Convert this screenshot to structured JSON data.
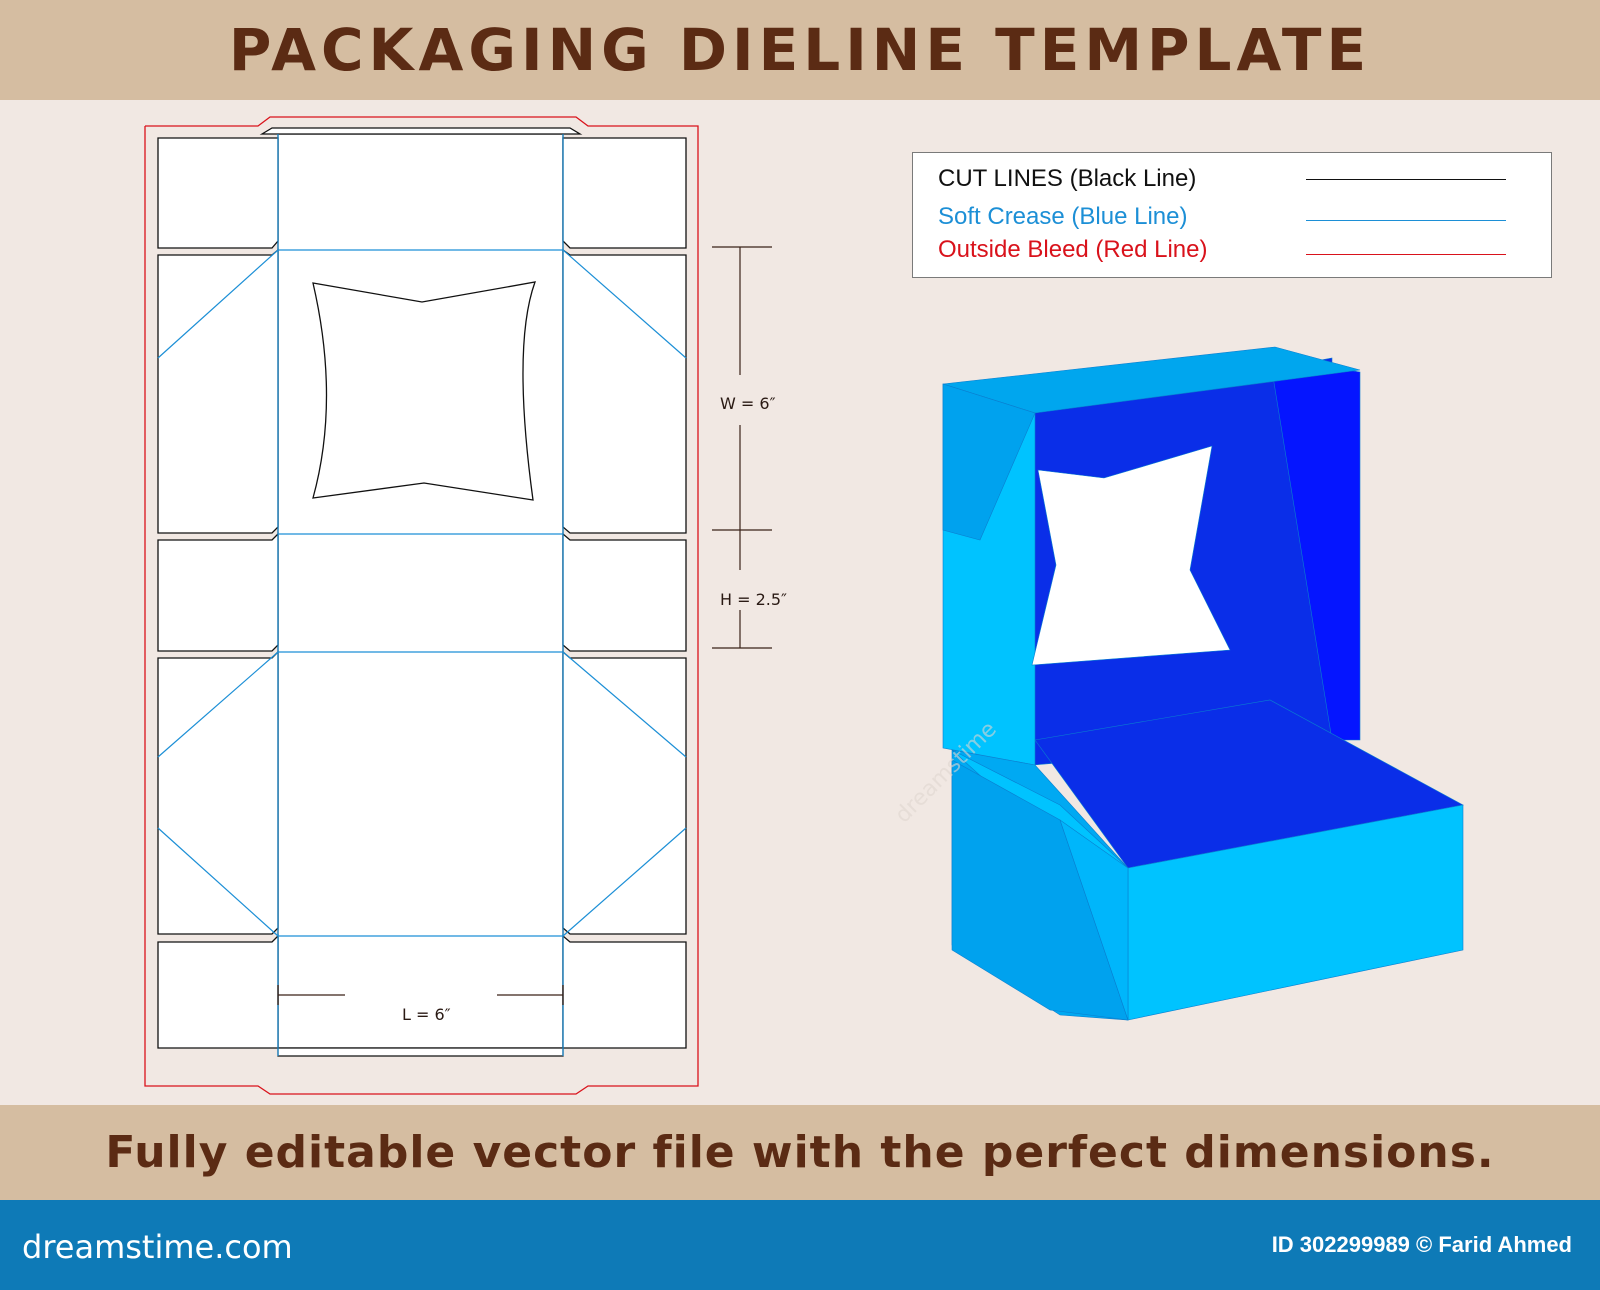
{
  "header": {
    "title": "PACKAGING DIELINE TEMPLATE"
  },
  "legend": {
    "items": [
      {
        "label": "CUT LINES (Black Line)",
        "color": "#111111"
      },
      {
        "label": "Soft Crease (Blue Line)",
        "color": "#1c8fd6"
      },
      {
        "label": "Outside Bleed (Red Line)",
        "color": "#d9121b"
      }
    ]
  },
  "dimensions": {
    "width": "W = 6″",
    "height": "H = 2.5″",
    "length": "L = 6″"
  },
  "colors": {
    "header_band": "#d5bda1",
    "header_text": "#5b2b14",
    "background": "#f1e8e3",
    "box_light": "#00c3ff",
    "box_mid": "#00a2ee",
    "box_dark": "#0a1ee8",
    "bottom_bar": "#0e7ab7"
  },
  "footer": {
    "tagline": "Fully editable vector file with the perfect dimensions."
  },
  "watermark": {
    "site": "dreamstime.com",
    "credit": "ID 302299989 © Farid Ahmed",
    "overlay_text": "dreamstime"
  }
}
